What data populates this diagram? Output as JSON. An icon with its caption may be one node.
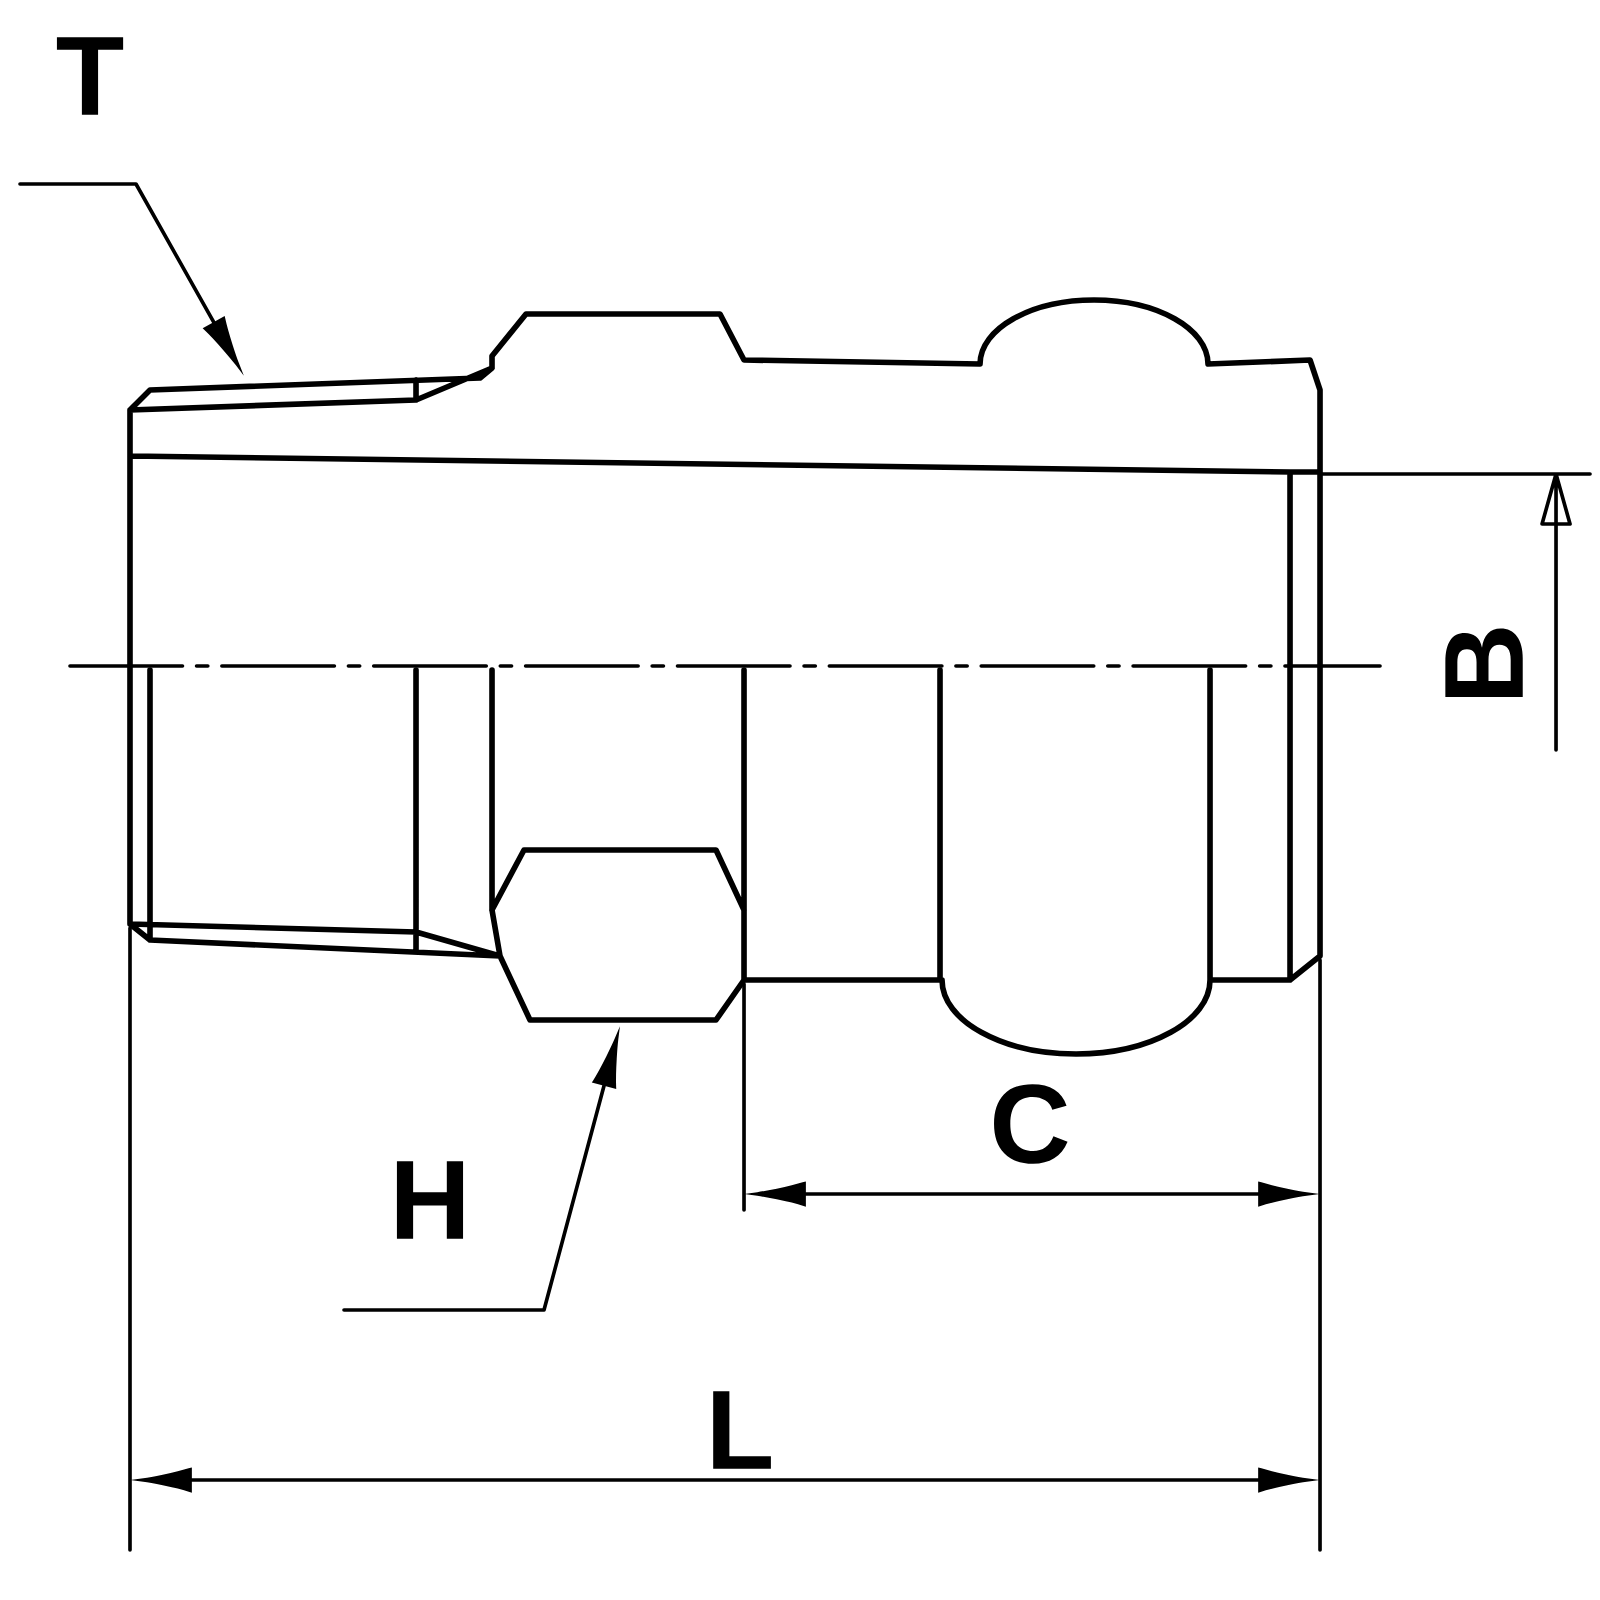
{
  "diagram": {
    "nodes": [
      {
        "text": [
          "T"
        ]
      },
      {
        "text": [
          "H"
        ]
      }
    ],
    "edges": [
      {
        "from": 0,
        "to": null,
        "arrow": "to"
      },
      {
        "from": 1,
        "to": null,
        "arrow": "to"
      }
    ],
    "labels": [
      "B",
      "C",
      "L"
    ]
  }
}
